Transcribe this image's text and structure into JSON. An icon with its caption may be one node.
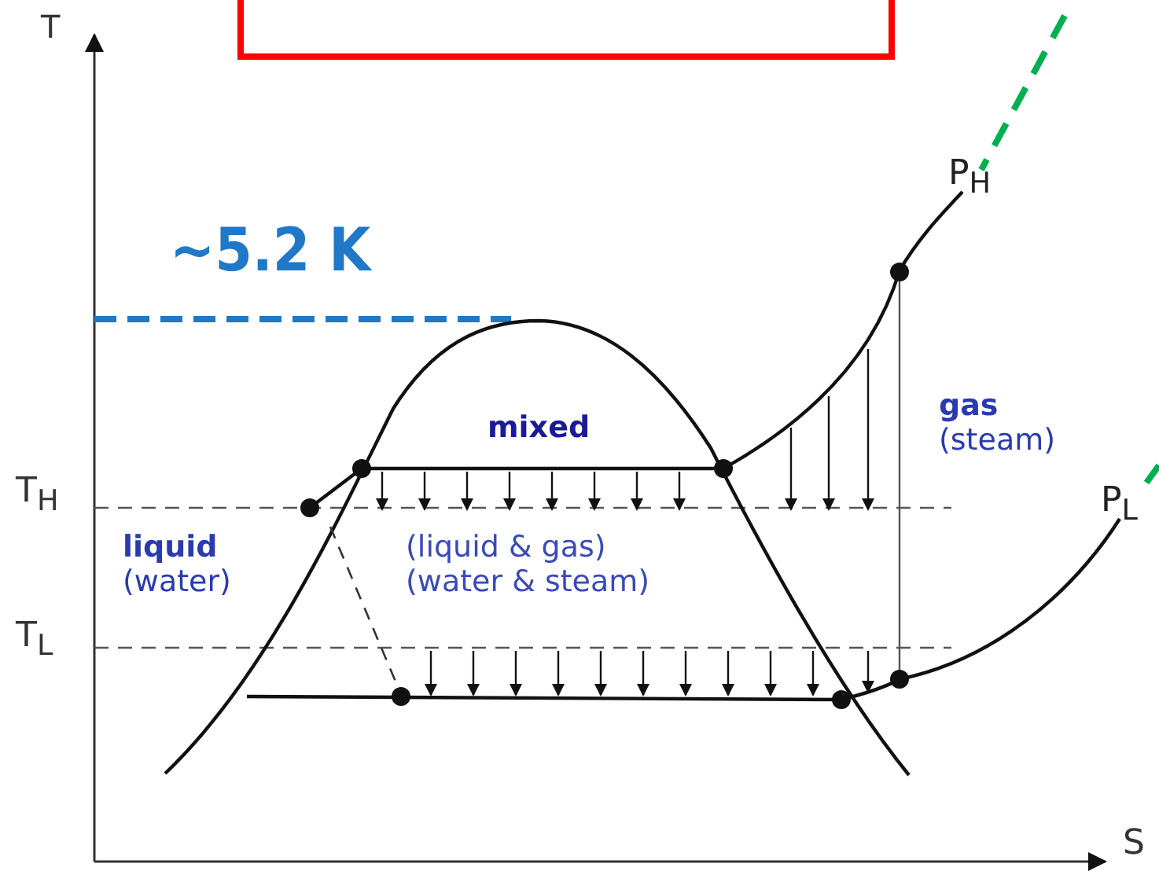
{
  "diagram": {
    "labels": [
      "T",
      "P$_{H}$",
      "~5.2 K",
      "**gas** (steam)",
      "mixed",
      "T$_{H}$",
      "P$_{L}$",
      "**liquid** (water)",
      "(liquid & gas) (water & steam)",
      "T$_{L}$",
      "S"
    ]
  }
}
